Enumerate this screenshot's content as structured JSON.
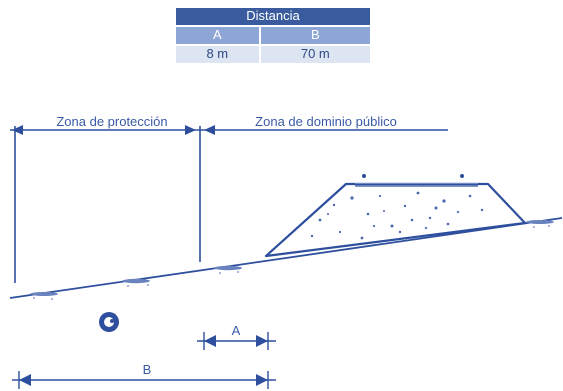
{
  "table": {
    "title": "Distancia",
    "headers": [
      "A",
      "B"
    ],
    "values": [
      "8 m",
      "70 m"
    ]
  },
  "zones": {
    "protection_label": "Zona de protección",
    "public_label": "Zona de dominio público"
  },
  "dimensions": {
    "a_label": "A",
    "b_label": "B"
  },
  "colors": {
    "table_header": "#3a5c9e",
    "table_subheader": "#8ea6d6",
    "table_row": "#dde5f2",
    "line_blue": "#2e4f9e",
    "label_blue": "#3b5aa6"
  }
}
